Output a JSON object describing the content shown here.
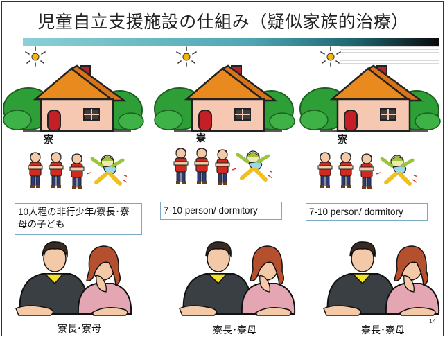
{
  "slide": {
    "title": "児童自立支援施設の仕組み（疑似家族的治療）",
    "page_number": "14",
    "accent_colors": {
      "bar_start": "#8cd0d8",
      "bar_mid": "#4ea6b2",
      "bar_end": "#0a0a0a"
    }
  },
  "columns": [
    {
      "dorm_label": "寮",
      "description": "10人程の非行少年/寮長･寮母の子ども",
      "caption": "寮長･寮母"
    },
    {
      "dorm_label": "寮",
      "description": "7-10 person/ dormitory",
      "caption": "寮長･寮母"
    },
    {
      "dorm_label": "寮",
      "description": "7-10 person/ dormitory",
      "caption": "寮長･寮母"
    }
  ],
  "icons": [
    "sun-icon",
    "house-icon",
    "children-icon",
    "couple-icon"
  ]
}
